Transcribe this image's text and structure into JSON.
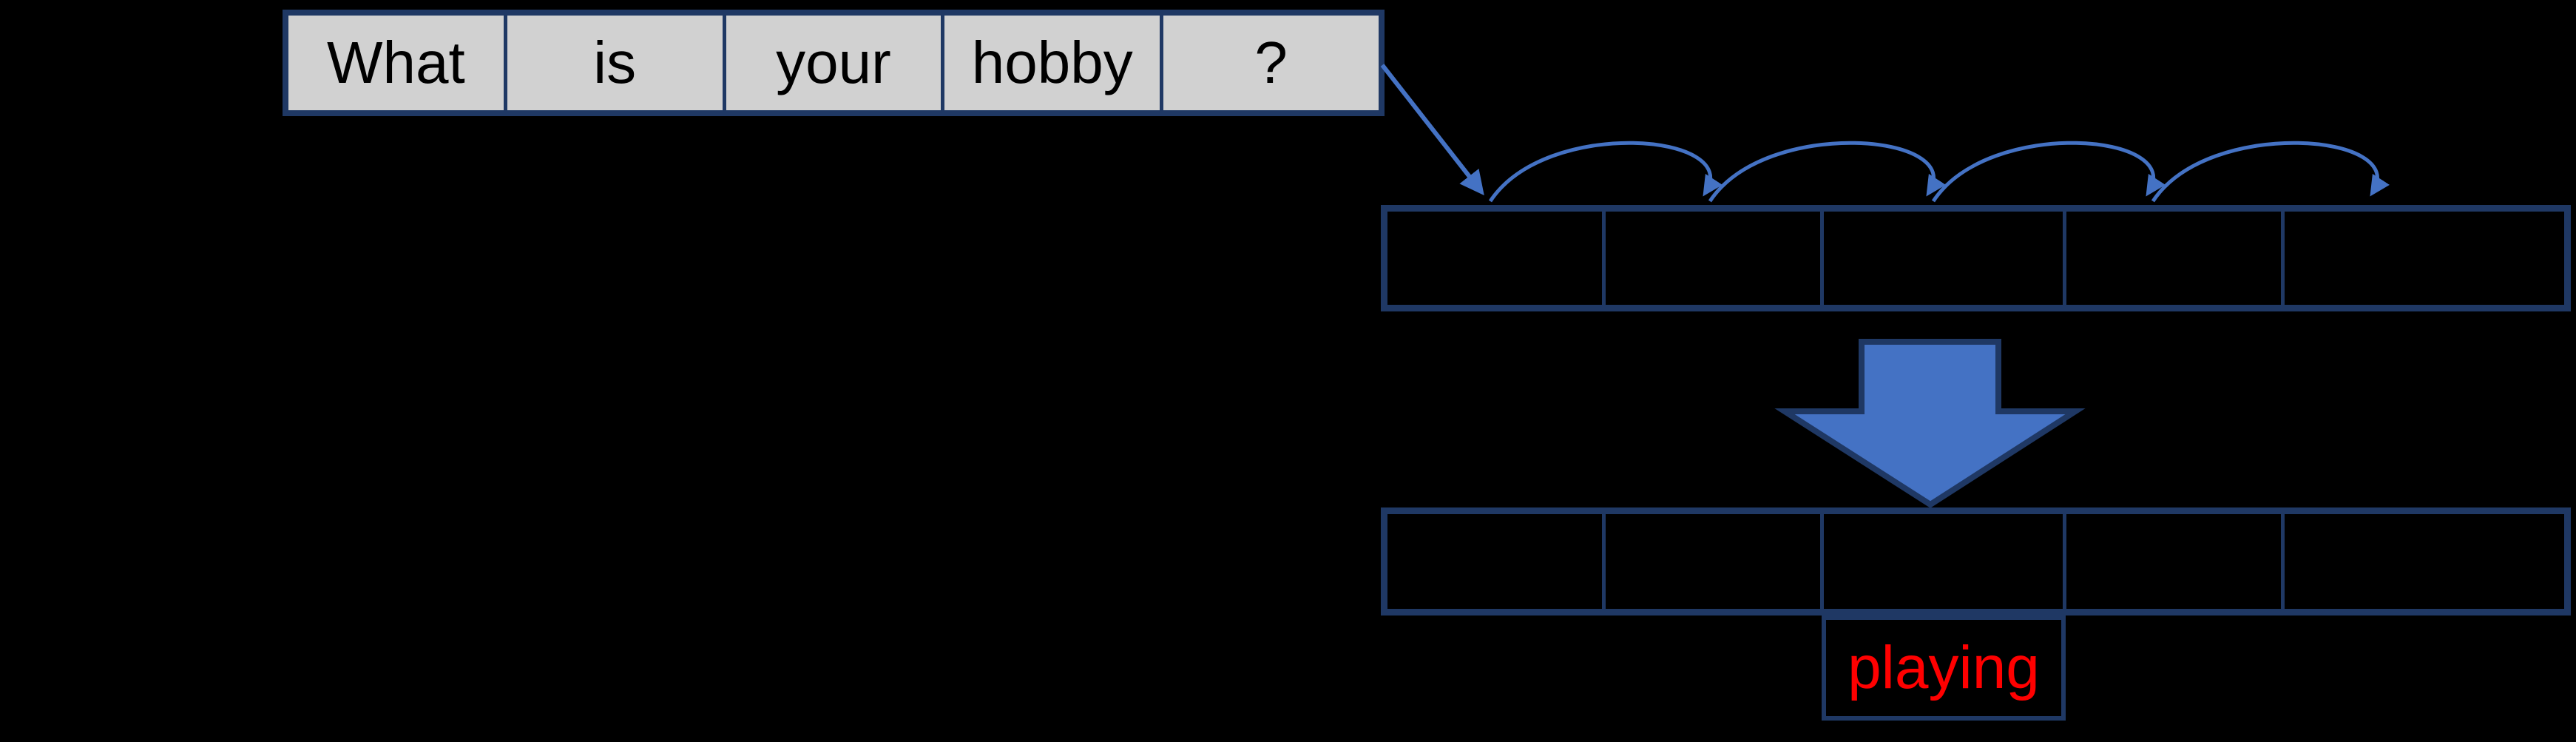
{
  "diagram": {
    "input_row": {
      "cells": [
        "What",
        "is",
        "your",
        "hobby",
        "?"
      ]
    },
    "process_row": {
      "cells": [
        "",
        "",
        "",
        "",
        ""
      ]
    },
    "output_row": {
      "cells": [
        "",
        "",
        "",
        "",
        ""
      ]
    },
    "prediction": {
      "label": "playing"
    }
  },
  "icons": {
    "input_to_process": "diagonal-arrow",
    "hop_arrows": [
      "hop-arc-1",
      "hop-arc-2",
      "hop-arc-3",
      "hop-arc-4"
    ],
    "process_to_output": "block-down-arrow"
  },
  "colors": {
    "background": "#000000",
    "border_navy": "#1F3864",
    "cell_fill_gray": "#D1D1D1",
    "arrow_blue": "#4472C4",
    "prediction_red": "#FF0000",
    "word_text": "#000000"
  }
}
